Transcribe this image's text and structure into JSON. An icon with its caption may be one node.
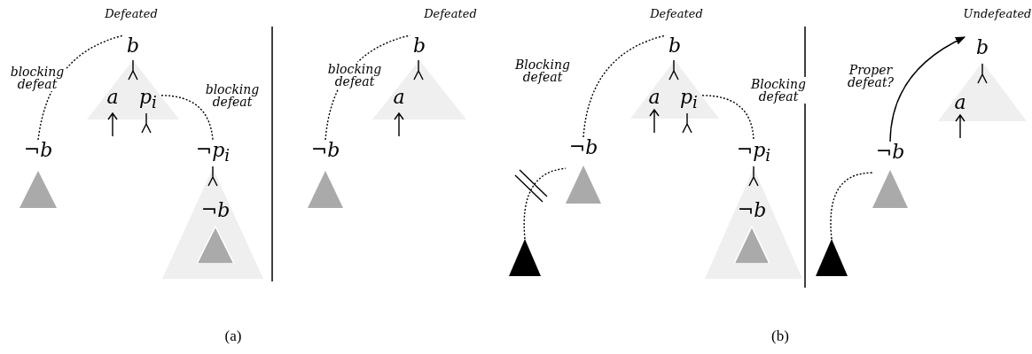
{
  "diagram": {
    "nodes": [
      {
        "text": [
          "b"
        ]
      },
      {
        "text": [
          "a"
        ],
        "in": 0
      },
      {
        "text": [
          "p$_{i}$"
        ],
        "in": 0
      },
      {
        "text": [
          "¬b"
        ]
      },
      {
        "text": [
          "¬p$_{i}$"
        ]
      },
      {
        "text": [
          "¬b"
        ],
        "in": 4
      },
      {
        "text": [
          "b"
        ]
      },
      {
        "text": [
          "a"
        ],
        "in": 6
      },
      {
        "text": [
          "¬b"
        ]
      },
      {
        "text": [
          "b"
        ]
      },
      {
        "text": [
          "a"
        ],
        "in": 9
      },
      {
        "text": [
          "p$_{i}$"
        ],
        "in": 9
      },
      {
        "text": [
          "¬b"
        ]
      },
      {
        "text": [
          "¬p$_{i}$"
        ]
      },
      {
        "text": [
          "¬b"
        ],
        "in": 13
      },
      {
        "text": [],
        "shape": "triangle"
      },
      {
        "text": [
          "b"
        ]
      },
      {
        "text": [
          "a"
        ],
        "in": 16
      },
      {
        "text": [
          "¬b"
        ]
      },
      {
        "text": [],
        "shape": "triangle"
      }
    ],
    "edges": [
      {
        "from": 3,
        "to": 0,
        "arrow": "none",
        "label": "blocking defeat",
        "style": "dashed"
      },
      {
        "from": 2,
        "to": 4,
        "arrow": "none",
        "label": "blocking defeat",
        "style": "dashed"
      },
      {
        "from": 8,
        "to": 6,
        "arrow": "none",
        "label": "blocking defeat",
        "style": "dashed"
      },
      {
        "from": 12,
        "to": 9,
        "arrow": "none",
        "label": "Blocking defeat",
        "style": "dashed"
      },
      {
        "from": 11,
        "to": 13,
        "arrow": "none",
        "label": "Blocking defeat",
        "style": "dashed"
      },
      {
        "from": 15,
        "to": 12,
        "arrow": "none",
        "style": "dashed"
      },
      {
        "from": 18,
        "to": 16,
        "arrow": "to",
        "label": "Proper defeat?"
      },
      {
        "from": 19,
        "to": 18,
        "arrow": "none",
        "style": "dashed"
      }
    ],
    "labels": [
      "Defeated",
      "Defeated",
      "Defeated",
      "Undefeated",
      "(a)",
      "(b)"
    ]
  }
}
